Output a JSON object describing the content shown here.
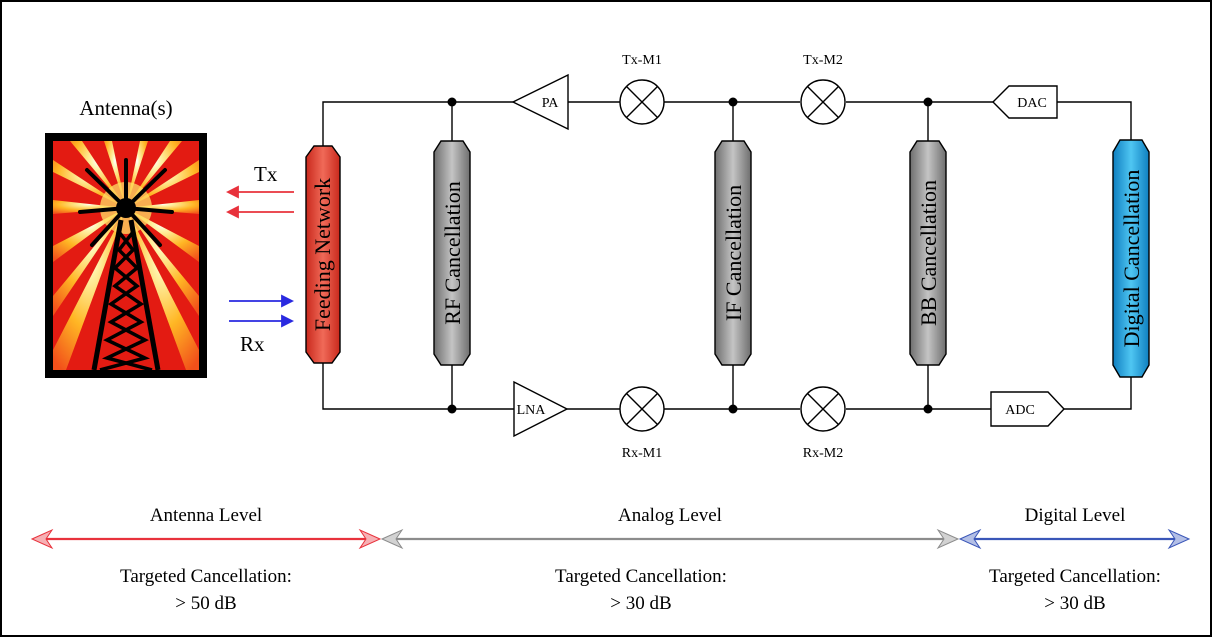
{
  "antenna": {
    "title": "Antenna(s)",
    "tx_label": "Tx",
    "rx_label": "Rx"
  },
  "blocks": {
    "feeding": "Feeding Network",
    "rf": "RF Cancellation",
    "if": "IF Cancellation",
    "bb": "BB Cancellation",
    "digital": "Digital Cancellation"
  },
  "components": {
    "pa": "PA",
    "lna": "LNA",
    "dac": "DAC",
    "adc": "ADC",
    "tx_m1": "Tx-M1",
    "tx_m2": "Tx-M2",
    "rx_m1": "Rx-M1",
    "rx_m2": "Rx-M2"
  },
  "levels": [
    {
      "name": "Antenna Level",
      "target_label": "Targeted Cancellation:",
      "target_value": "> 50 dB",
      "color": "#e8323c"
    },
    {
      "name": "Analog Level",
      "target_label": "Targeted Cancellation:",
      "target_value": "> 30 dB",
      "color": "#8c8c8c"
    },
    {
      "name": "Digital Level",
      "target_label": "Targeted Cancellation:",
      "target_value": "> 30 dB",
      "color": "#3a56b8"
    }
  ],
  "colors": {
    "feeding": "#e34032",
    "cancel_gray": "#9a9a9a",
    "digital_blue": "#1ea6e0",
    "tx_arrow": "#e8323c",
    "rx_arrow": "#2a2ae0",
    "antenna_red": "#e31b12",
    "antenna_orange": "#f8a522",
    "antenna_yellow": "#ffe066"
  }
}
